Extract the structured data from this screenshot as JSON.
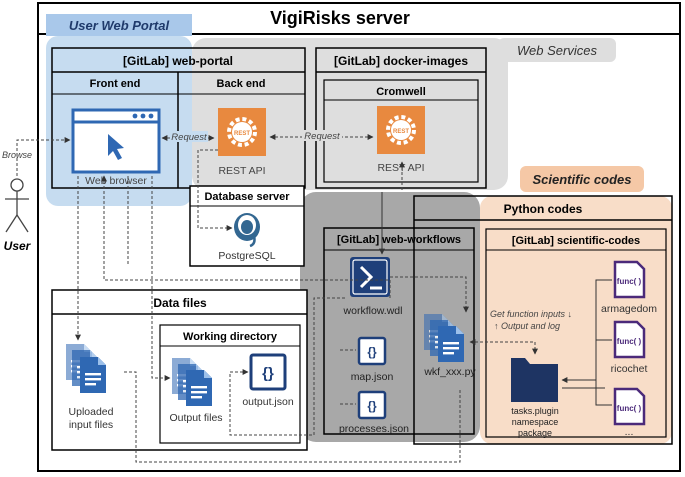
{
  "server": {
    "title": "VigiRisks server"
  },
  "groups": {
    "user_web_portal": "User Web Portal",
    "web_services": "Web Services",
    "scientific_codes": "Scientific codes"
  },
  "actor": {
    "label": "User",
    "browse": "Browse"
  },
  "web_portal": {
    "title": "[GitLab] web-portal",
    "front_end": "Front end",
    "back_end": "Back end",
    "browser_label": "Web browser",
    "rest_label": "REST API",
    "request1": "Request",
    "request2": "Request"
  },
  "docker_images": {
    "title": "[GitLab] docker-images",
    "cromwell": "Cromwell",
    "rest_label": "REST API"
  },
  "database": {
    "title": "Database server",
    "label": "PostgreSQL"
  },
  "data_files": {
    "title": "Data files",
    "uploaded_line1": "Uploaded",
    "uploaded_line2": "input files",
    "working_dir": "Working directory",
    "output_files": "Output files",
    "output_json": "output.json"
  },
  "web_workflows": {
    "title": "[GitLab] web-workflows",
    "workflow": "workflow.wdl",
    "map": "map.json",
    "processes": "processes.json",
    "wkf": "wkf_xxx.py"
  },
  "python": {
    "title": "Python codes",
    "scientific": "[GitLab] scientific-codes",
    "inputs_line1": "Get function inputs ↓",
    "inputs_line2": "↑ Output and log",
    "tasks_line1": "tasks.plugin",
    "tasks_line2": "namespace",
    "tasks_line3": "package",
    "func_text": "func( )",
    "func1": "armagedom",
    "func2": "ricochet",
    "func3": "..."
  },
  "icons": {
    "rest": "rest-api-gear-icon",
    "browser": "browser-window-icon",
    "postgres": "postgresql-elephant-icon",
    "file": "document-file-icon",
    "json": "json-braces-icon",
    "wdl": "wdl-prompt-icon",
    "folder": "folder-icon",
    "func": "function-file-icon"
  },
  "colors": {
    "portal_blue": "#c6dcf0",
    "services_gray": "#dedede",
    "workflow_gray": "#a8a8a8",
    "scientific_orange": "#f8ddc8",
    "rest_orange": "#e8893f",
    "icon_blue": "#2f68b3",
    "func_purple": "#4b2a7a"
  }
}
